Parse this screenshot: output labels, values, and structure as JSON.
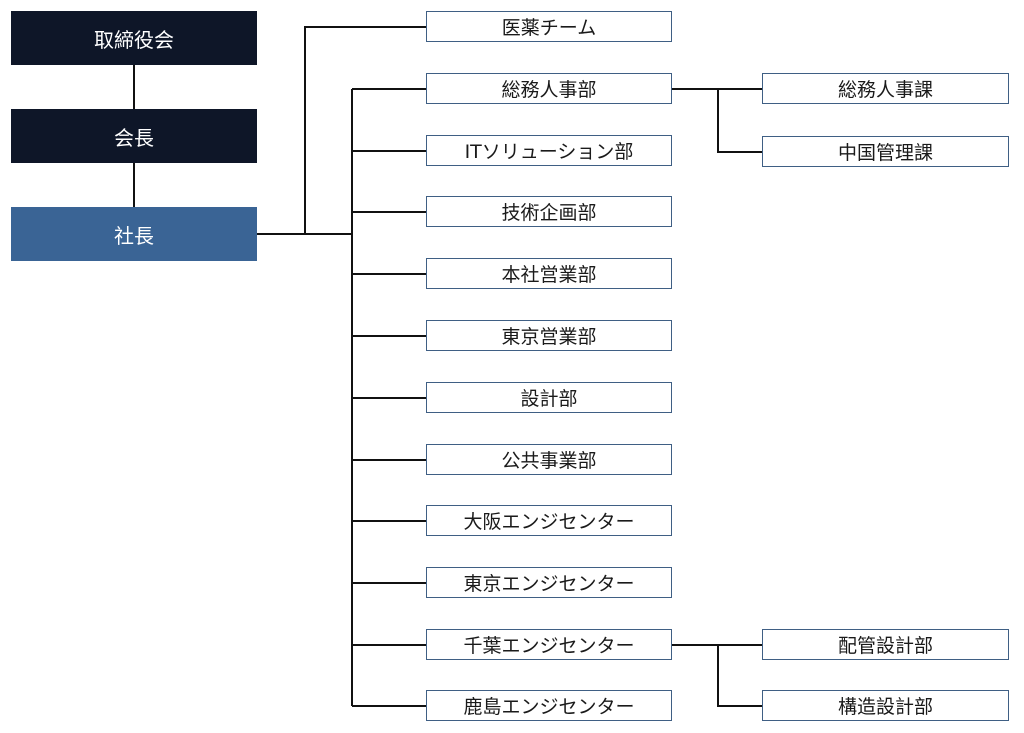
{
  "colors": {
    "exec_box": "#0e1628",
    "president_box": "#3a6495",
    "box_border": "#3f5f84",
    "connector": "#111111"
  },
  "executives": {
    "board": "取締役会",
    "chairman": "会長",
    "president": "社長"
  },
  "departments": [
    {
      "label": "医薬チーム"
    },
    {
      "label": "総務人事部"
    },
    {
      "label": "ITソリューション部"
    },
    {
      "label": "技術企画部"
    },
    {
      "label": "本社営業部"
    },
    {
      "label": "東京営業部"
    },
    {
      "label": "設計部"
    },
    {
      "label": "公共事業部"
    },
    {
      "label": "大阪エンジセンター"
    },
    {
      "label": "東京エンジセンター"
    },
    {
      "label": "千葉エンジセンター"
    },
    {
      "label": "鹿島エンジセンター"
    }
  ],
  "subunits": {
    "general_affairs": [
      "総務人事課",
      "中国管理課"
    ],
    "chiba_center": [
      "配管設計部",
      "構造設計部"
    ]
  }
}
